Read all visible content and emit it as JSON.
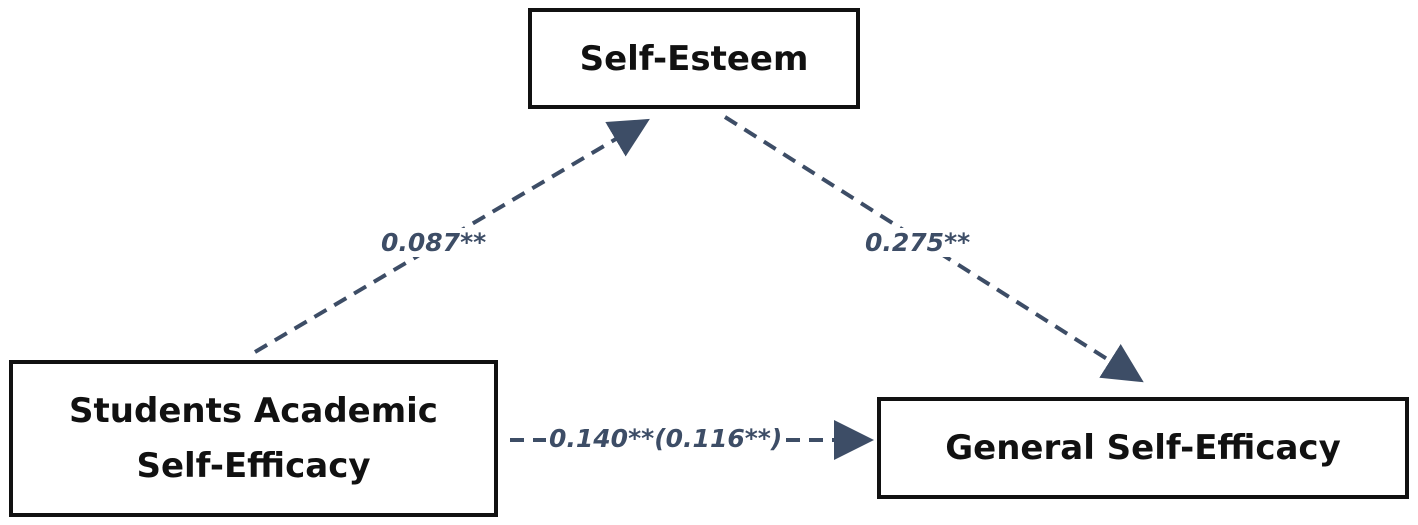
{
  "nodes": {
    "mediator": {
      "label": "Self-Esteem"
    },
    "predictor": {
      "line1": "Students Academic",
      "line2": "Self-Efficacy"
    },
    "outcome": {
      "label": "General Self-Efficacy"
    }
  },
  "paths": {
    "a": {
      "coefficient": "0.087**"
    },
    "b": {
      "coefficient": "0.275**"
    },
    "c": {
      "coefficient": "0.140**(0.116**)"
    }
  },
  "colors": {
    "arrow": "#3d4d66",
    "box_border": "#111111",
    "text": "#111111"
  }
}
